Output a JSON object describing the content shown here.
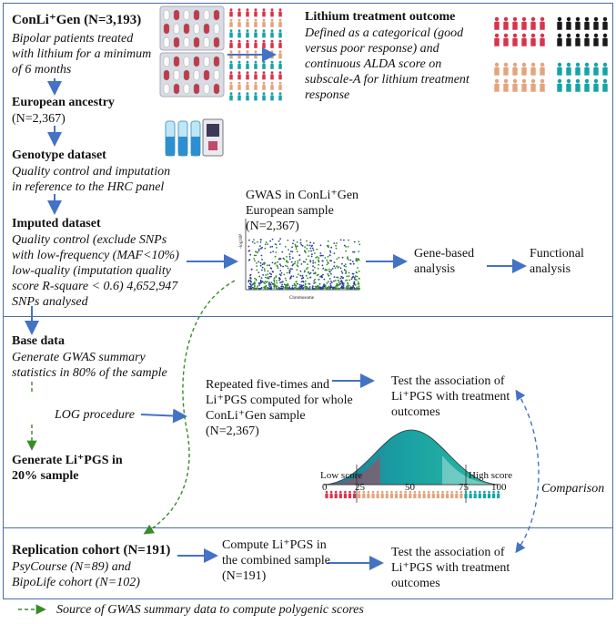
{
  "section1": {
    "conli_title": "ConLi⁺Gen (N=3,193)",
    "conli_desc": "Bipolar patients treated with lithium for a minimum of 6 months",
    "outcome_title": "Lithium treatment outcome",
    "outcome_desc": "Defined as a categorical (good versus poor response) and continuous ALDA score on subscale-A for lithium treatment response",
    "euro_title": "European ancestry",
    "euro_n": "(N=2,367)",
    "geno_title": "Genotype dataset",
    "geno_desc": "Quality control and imputation in reference to the HRC panel",
    "imputed_title": "Imputed dataset",
    "imputed_desc": "Quality control (exclude SNPs with low-frequency (MAF<10%) low-quality (imputation quality score R-square < 0.6) 4,652,947 SNPs analysed",
    "gwas_title": "GWAS in ConLi⁺Gen European sample (N=2,367)",
    "gene_based": "Gene-based analysis",
    "functional": "Functional analysis",
    "manhattan_ylabel": "-log10P",
    "manhattan_xlabel": "Chromosome"
  },
  "section2": {
    "base_title": "Base data",
    "base_desc": "Generate GWAS summary statistics in 80% of the sample",
    "log_procedure": "LOG procedure",
    "generate_title": "Generate Li⁺PGS in 20% sample",
    "repeated_text": "Repeated five-times and Li⁺PGS computed for whole ConLi⁺Gen sample (N=2,367)",
    "test_text": "Test the association of Li⁺PGS with treatment outcomes",
    "low_score": "Low score",
    "high_score": "High score",
    "scale_ticks": [
      "0",
      "25",
      "50",
      "75",
      "100"
    ],
    "comparison": "Comparison"
  },
  "section3": {
    "rep_title": "Replication cohort (N=191)",
    "rep_desc": "PsyCourse (N=89) and BipoLife cohort (N=102)",
    "compute_text": "Compute Li⁺PGS in the combined sample (N=191)",
    "test_text": "Test the association of Li⁺PGS with treatment outcomes"
  },
  "legend": {
    "text": "Source of GWAS summary data to compute polygenic scores"
  },
  "colors": {
    "border": "#4a6fa5",
    "arrow": "#4472c4",
    "dashed": "#3a8a2a",
    "red": "#d8344a",
    "black": "#1a1a1a",
    "peach": "#e4a47c",
    "teal": "#16a3a8"
  }
}
